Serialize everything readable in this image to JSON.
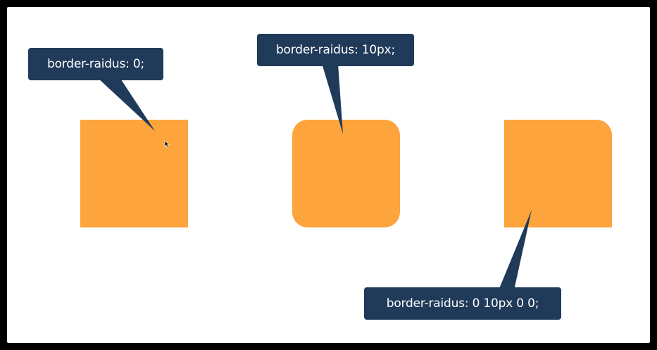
{
  "labels": {
    "square_1": "border-raidus: 0;",
    "square_2": "border-raidus: 10px;",
    "square_3": "border-raidus: 0 10px 0 0;"
  },
  "colors": {
    "square_fill": "#fda43c",
    "label_background": "#203a5a",
    "label_text": "#ffffff",
    "canvas_background": "#ffffff",
    "outer_background": "#000000"
  },
  "icons": {
    "cursor": "mouse-pointer-icon"
  }
}
